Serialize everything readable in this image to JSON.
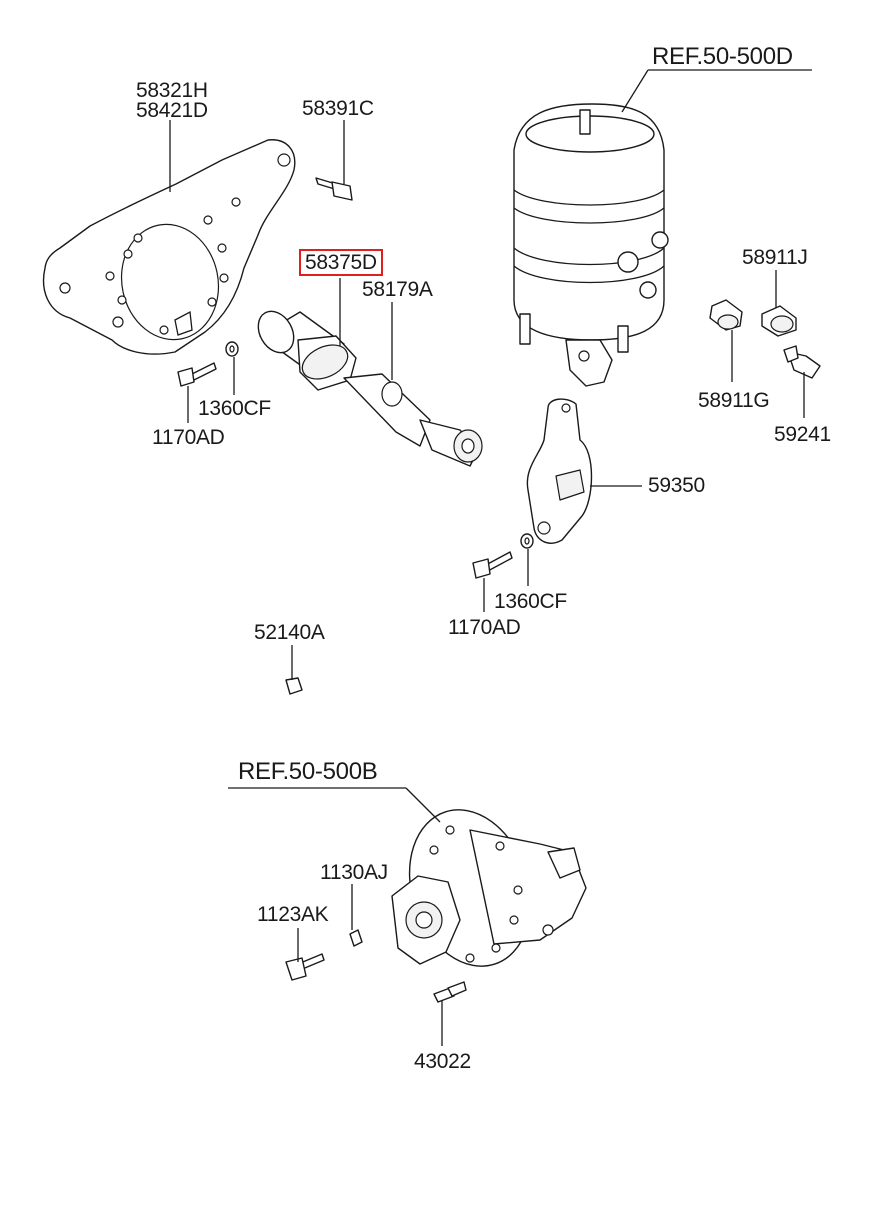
{
  "labels": {
    "ref_top": "REF.50-500D",
    "ref_bottom": "REF.50-500B",
    "p58321H": "58321H",
    "p58421D": "58421D",
    "p58391C": "58391C",
    "p58375D": "58375D",
    "p58179A": "58179A",
    "p1360CF_left": "1360CF",
    "p1170AD_left": "1170AD",
    "p58911J": "58911J",
    "p58911G": "58911G",
    "p59241": "59241",
    "p59350": "59350",
    "p1360CF_right": "1360CF",
    "p1170AD_right": "1170AD",
    "p52140A": "52140A",
    "p1130AJ": "1130AJ",
    "p1123AK": "1123AK",
    "p43022": "43022"
  },
  "highlight": {
    "part": "58375D",
    "color": "#e0201f"
  },
  "colors": {
    "line": "#1a1a1a",
    "background": "#ffffff"
  }
}
